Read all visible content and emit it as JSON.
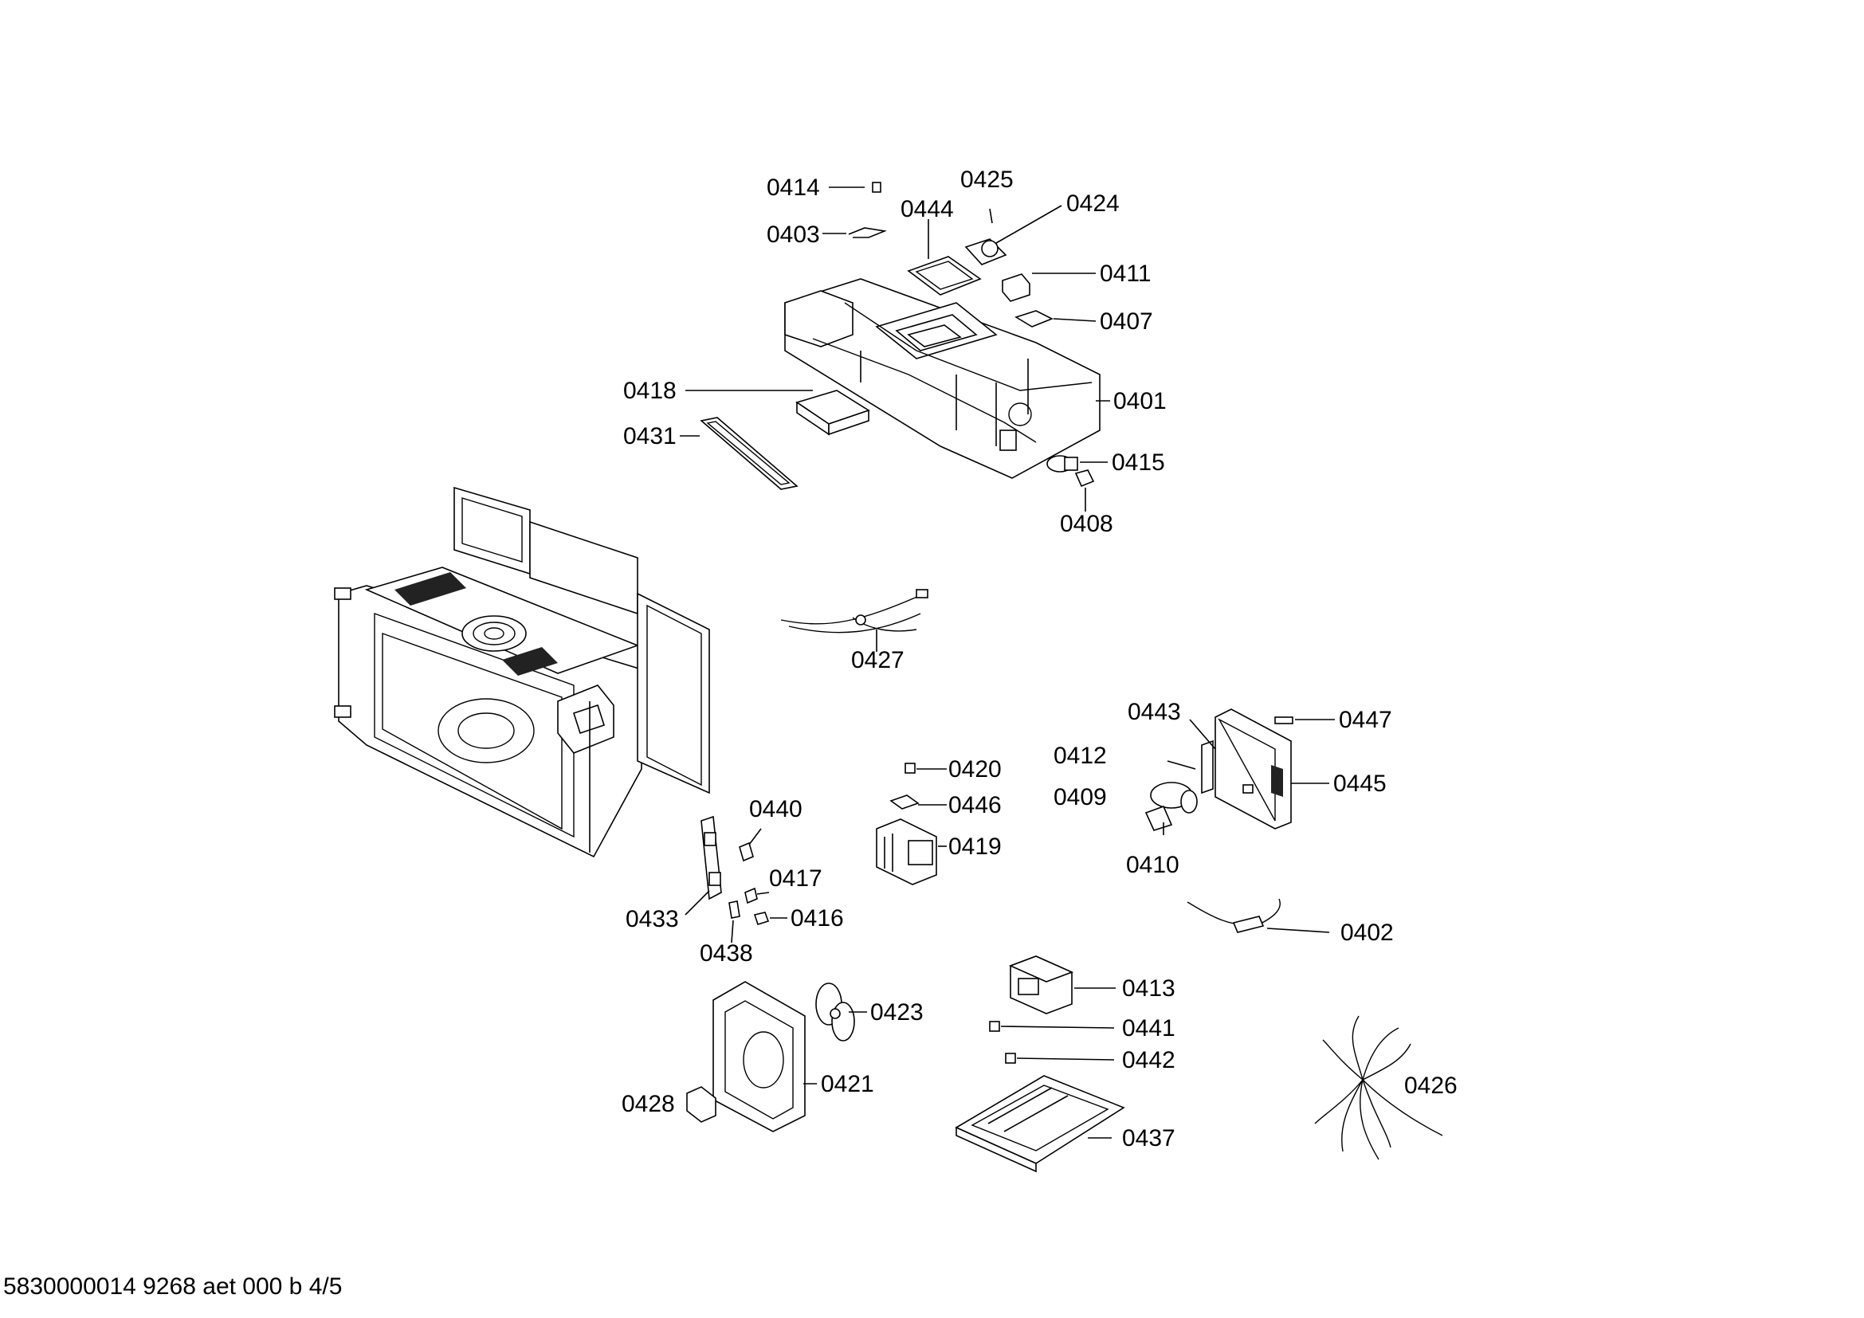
{
  "labels": {
    "p0414": "0414",
    "p0403": "0403",
    "p0444": "0444",
    "p0425": "0425",
    "p0424": "0424",
    "p0411": "0411",
    "p0407": "0407",
    "p0418": "0418",
    "p0401": "0401",
    "p0431": "0431",
    "p0415": "0415",
    "p0408": "0408",
    "p0427": "0427",
    "p0443": "0443",
    "p0447": "0447",
    "p0412": "0412",
    "p0445": "0445",
    "p0409": "0409",
    "p0410": "0410",
    "p0420": "0420",
    "p0446": "0446",
    "p0419": "0419",
    "p0440": "0440",
    "p0417": "0417",
    "p0433": "0433",
    "p0416": "0416",
    "p0438": "0438",
    "p0402": "0402",
    "p0413": "0413",
    "p0441": "0441",
    "p0442": "0442",
    "p0423": "0423",
    "p0421": "0421",
    "p0428": "0428",
    "p0426": "0426",
    "p0437": "0437"
  },
  "footer": "5830000014 9268 aet 000 b 4/5"
}
